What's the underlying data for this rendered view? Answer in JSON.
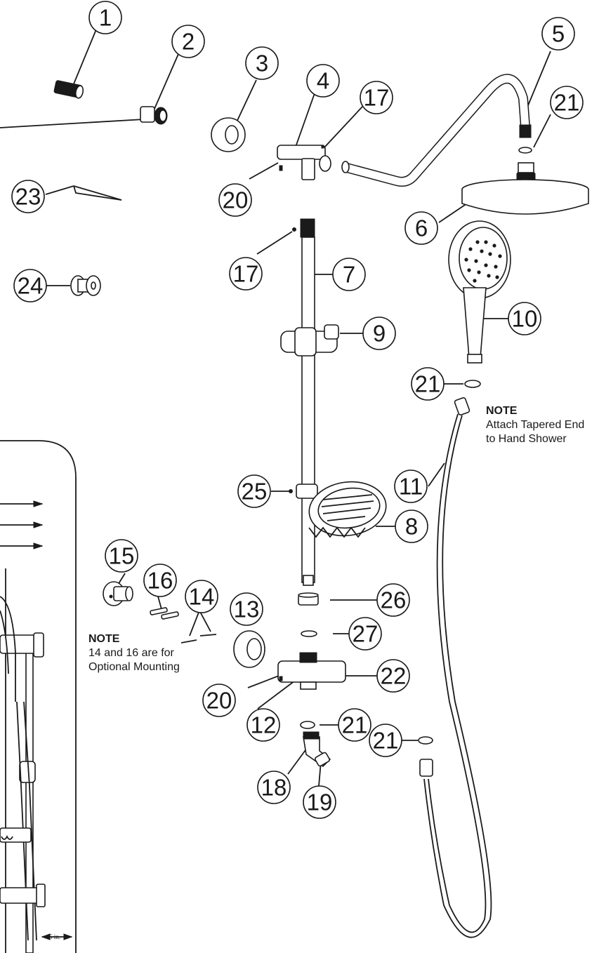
{
  "callouts": [
    {
      "id": "c1",
      "label": "1"
    },
    {
      "id": "c2",
      "label": "2"
    },
    {
      "id": "c3",
      "label": "3"
    },
    {
      "id": "c4",
      "label": "4"
    },
    {
      "id": "c5",
      "label": "5"
    },
    {
      "id": "c17a",
      "label": "17"
    },
    {
      "id": "c21a",
      "label": "21"
    },
    {
      "id": "c23",
      "label": "23"
    },
    {
      "id": "c20a",
      "label": "20"
    },
    {
      "id": "c6",
      "label": "6"
    },
    {
      "id": "c17b",
      "label": "17"
    },
    {
      "id": "c7",
      "label": "7"
    },
    {
      "id": "c24",
      "label": "24"
    },
    {
      "id": "c9",
      "label": "9"
    },
    {
      "id": "c10",
      "label": "10"
    },
    {
      "id": "c21b",
      "label": "21"
    },
    {
      "id": "c11",
      "label": "11"
    },
    {
      "id": "c25",
      "label": "25"
    },
    {
      "id": "c8",
      "label": "8"
    },
    {
      "id": "c15",
      "label": "15"
    },
    {
      "id": "c16",
      "label": "16"
    },
    {
      "id": "c14",
      "label": "14"
    },
    {
      "id": "c13",
      "label": "13"
    },
    {
      "id": "c26",
      "label": "26"
    },
    {
      "id": "c27",
      "label": "27"
    },
    {
      "id": "c22",
      "label": "22"
    },
    {
      "id": "c20b",
      "label": "20"
    },
    {
      "id": "c12",
      "label": "12"
    },
    {
      "id": "c21c",
      "label": "21"
    },
    {
      "id": "c21d",
      "label": "21"
    },
    {
      "id": "c18",
      "label": "18"
    },
    {
      "id": "c19",
      "label": "19"
    }
  ],
  "notes": {
    "hose": {
      "title": "NOTE",
      "line1": "Attach Tapered End",
      "line2": "to Hand Shower"
    },
    "mounting": {
      "title": "NOTE",
      "line1": "14 and 16 are for",
      "line2": "Optional Mounting"
    }
  },
  "inset": {
    "dimension_label": "5 in."
  }
}
